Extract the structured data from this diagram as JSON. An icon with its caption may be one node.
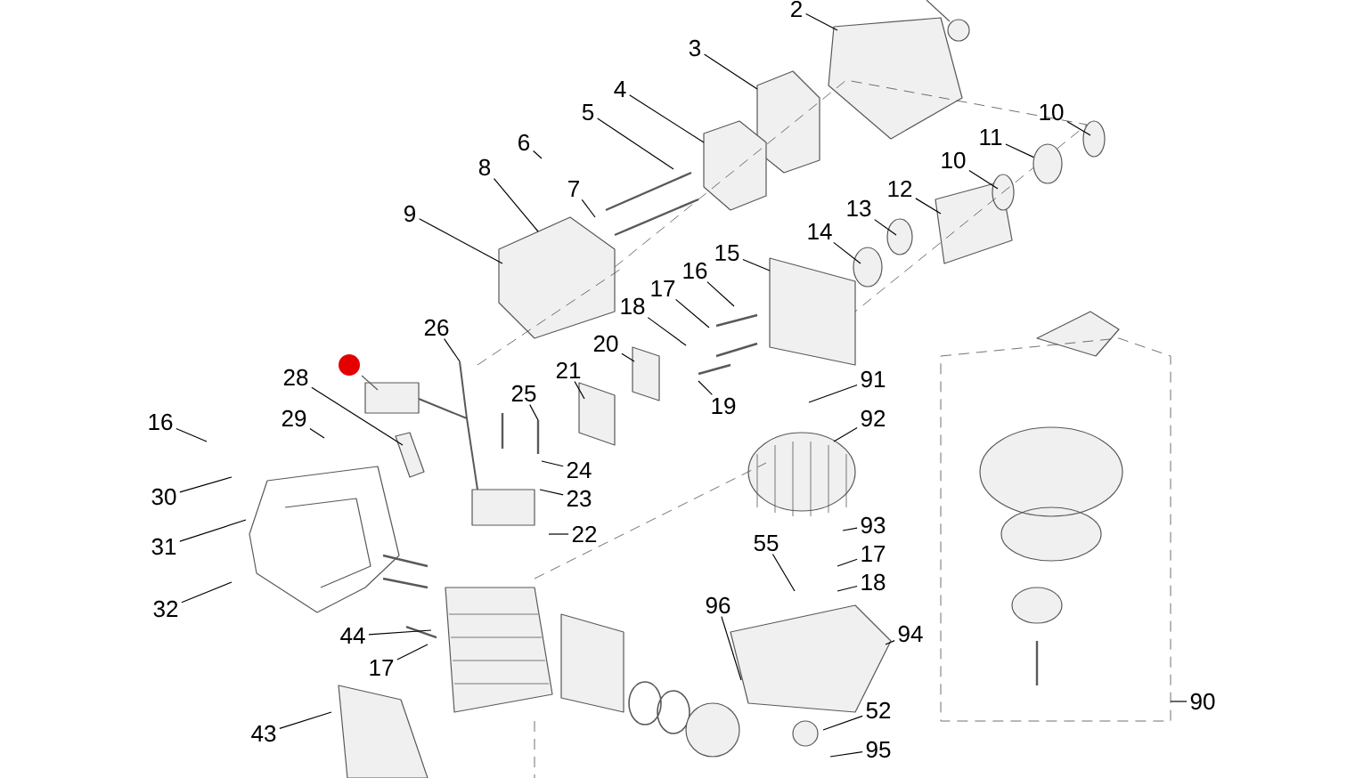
{
  "diagram": {
    "nodes": [
      {
        "text": [
          "2"
        ]
      },
      {
        "text": [
          "3"
        ]
      },
      {
        "text": [
          "4"
        ]
      },
      {
        "text": [
          "10"
        ]
      },
      {
        "text": [
          "5"
        ]
      },
      {
        "text": [
          "11"
        ]
      },
      {
        "text": [
          "6"
        ]
      },
      {
        "text": [
          "10"
        ]
      },
      {
        "text": [
          "8"
        ]
      },
      {
        "text": [
          "12"
        ]
      },
      {
        "text": [
          "7"
        ]
      },
      {
        "text": [
          "13"
        ]
      },
      {
        "text": [
          "9"
        ]
      },
      {
        "text": [
          "14"
        ]
      },
      {
        "text": [
          "15"
        ]
      },
      {
        "text": [
          "16"
        ]
      },
      {
        "text": [
          "17"
        ]
      },
      {
        "text": [
          "18"
        ]
      },
      {
        "text": [
          "26"
        ]
      },
      {
        "text": [
          "20"
        ]
      },
      {
        "text": [
          "21"
        ]
      },
      {
        "text": [
          "28"
        ]
      },
      {
        "text": [
          "91"
        ]
      },
      {
        "text": [
          "25"
        ]
      },
      {
        "text": [
          "19"
        ]
      },
      {
        "text": [
          "92"
        ]
      },
      {
        "text": [
          "16"
        ]
      },
      {
        "text": [
          "29"
        ]
      },
      {
        "text": [
          "24"
        ]
      },
      {
        "text": [
          "30"
        ]
      },
      {
        "text": [
          "23"
        ]
      },
      {
        "text": [
          "93"
        ]
      },
      {
        "text": [
          "22"
        ]
      },
      {
        "text": [
          "55"
        ]
      },
      {
        "text": [
          "31"
        ]
      },
      {
        "text": [
          "17"
        ]
      },
      {
        "text": [
          "18"
        ]
      },
      {
        "text": [
          "96"
        ]
      },
      {
        "text": [
          "32"
        ]
      },
      {
        "text": [
          "94"
        ]
      },
      {
        "text": [
          "44"
        ]
      },
      {
        "text": [
          "17"
        ]
      },
      {
        "text": [
          "90"
        ]
      },
      {
        "text": [
          "52"
        ]
      },
      {
        "text": [
          "95"
        ]
      },
      {
        "text": [
          "43"
        ]
      },
      {
        "text": [],
        "shape": "ellipse"
      }
    ],
    "edges": [
      {
        "from": 0,
        "to": null,
        "arrow": "none"
      },
      {
        "from": 1,
        "to": null,
        "arrow": "none"
      },
      {
        "from": 2,
        "to": null,
        "arrow": "none"
      },
      {
        "from": 3,
        "to": null,
        "arrow": "none"
      },
      {
        "from": 4,
        "to": null,
        "arrow": "none"
      },
      {
        "from": 5,
        "to": 46,
        "arrow": "none"
      },
      {
        "from": 6,
        "to": null,
        "arrow": "none"
      },
      {
        "from": 7,
        "to": null,
        "arrow": "none"
      },
      {
        "from": 8,
        "to": null,
        "arrow": "none"
      },
      {
        "from": 9,
        "to": null,
        "arrow": "none"
      },
      {
        "from": 10,
        "to": null,
        "arrow": "none"
      },
      {
        "from": 11,
        "to": null,
        "arrow": "none"
      },
      {
        "from": 12,
        "to": null,
        "arrow": "none"
      },
      {
        "from": 13,
        "to": null,
        "arrow": "none"
      },
      {
        "from": 14,
        "to": null,
        "arrow": "none"
      },
      {
        "from": 15,
        "to": null,
        "arrow": "none"
      },
      {
        "from": 16,
        "to": null,
        "arrow": "none"
      },
      {
        "from": 17,
        "to": null,
        "arrow": "none"
      },
      {
        "from": 18,
        "to": null,
        "arrow": "none"
      },
      {
        "from": 19,
        "to": null,
        "arrow": "none"
      },
      {
        "from": 20,
        "to": null,
        "arrow": "none"
      },
      {
        "from": 21,
        "to": null,
        "arrow": "none"
      },
      {
        "from": 22,
        "to": null,
        "arrow": "none"
      },
      {
        "from": 23,
        "to": null,
        "arrow": "none"
      },
      {
        "from": 24,
        "to": null,
        "arrow": "none"
      },
      {
        "from": 25,
        "to": null,
        "arrow": "none"
      },
      {
        "from": 26,
        "to": null,
        "arrow": "none"
      },
      {
        "from": 27,
        "to": null,
        "arrow": "none"
      },
      {
        "from": 28,
        "to": null,
        "arrow": "none"
      },
      {
        "from": 29,
        "to": null,
        "arrow": "none"
      },
      {
        "from": 30,
        "to": null,
        "arrow": "none"
      },
      {
        "from": 31,
        "to": null,
        "arrow": "none"
      },
      {
        "from": 32,
        "to": null,
        "arrow": "none"
      },
      {
        "from": 33,
        "to": null,
        "arrow": "none"
      },
      {
        "from": 34,
        "to": null,
        "arrow": "none"
      },
      {
        "from": 35,
        "to": null,
        "arrow": "none"
      },
      {
        "from": 36,
        "to": null,
        "arrow": "none"
      },
      {
        "from": 37,
        "to": null,
        "arrow": "none"
      },
      {
        "from": 38,
        "to": null,
        "arrow": "none"
      },
      {
        "from": 39,
        "to": null,
        "arrow": "none"
      },
      {
        "from": 40,
        "to": null,
        "arrow": "none"
      },
      {
        "from": 41,
        "to": null,
        "arrow": "none"
      },
      {
        "from": 42,
        "to": null,
        "arrow": "none"
      },
      {
        "from": 43,
        "to": null,
        "arrow": "none"
      },
      {
        "from": 44,
        "to": null,
        "arrow": "none"
      },
      {
        "from": 45,
        "to": null,
        "arrow": "none"
      }
    ]
  }
}
